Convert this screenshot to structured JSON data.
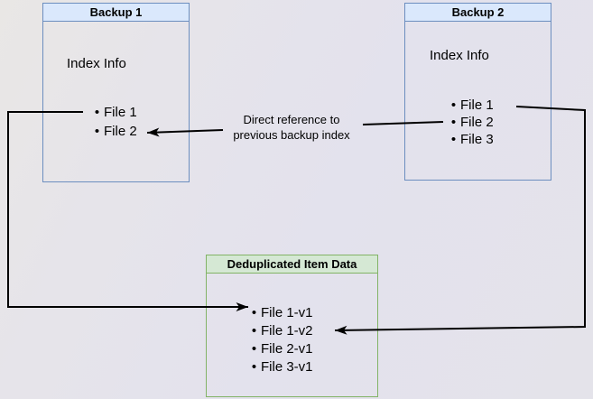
{
  "boxes": {
    "backup1": {
      "title": "Backup 1",
      "subtitle": "Index Info",
      "items": [
        "File 1",
        "File 2"
      ]
    },
    "backup2": {
      "title": "Backup 2",
      "subtitle": "Index Info",
      "items": [
        "File 1",
        "File 2",
        "File 3"
      ]
    },
    "dedup": {
      "title": "Deduplicated Item Data",
      "items": [
        "File 1-v1",
        "File 1-v2",
        "File 2-v1",
        "File 3-v1"
      ]
    }
  },
  "annotation": {
    "line1": "Direct reference to",
    "line2": "previous backup index"
  },
  "colors": {
    "blue_border": "#6c8ebf",
    "blue_header_fill": "#dae8fc",
    "green_border": "#82b366",
    "green_header_fill": "#d5e8d4",
    "arrow": "#000000",
    "background": "#e4e3ea"
  }
}
